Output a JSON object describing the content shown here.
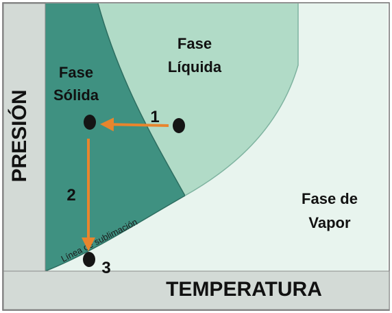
{
  "phases": {
    "solid": [
      "Fase",
      "Sólida"
    ],
    "liquid": [
      "Fase",
      "Líquida"
    ],
    "vapor": [
      "Fase de",
      "Vapor"
    ]
  },
  "axes": {
    "y": "PRESIÓN",
    "x": "TEMPERATURA"
  },
  "curve_label": "Línea de sublimación",
  "step_labels": [
    "1",
    "2",
    "3"
  ],
  "colors": {
    "solid": "#3f9181",
    "liquid": "#b1dbc7",
    "vapor": "#e8f4ee",
    "axis_band": "#d3dad6",
    "arrow": "#e8852d",
    "point": "#151515"
  }
}
